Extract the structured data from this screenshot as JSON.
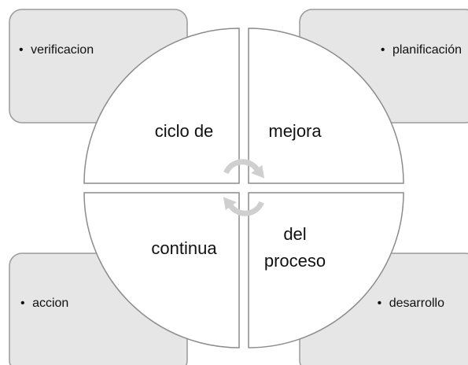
{
  "colors": {
    "box_fill": "#e6e6e6",
    "box_stroke": "#9a9a9a",
    "quadrant_fill": "#ffffff",
    "quadrant_stroke": "#8c8c8c",
    "arrow": "#cfcfcf",
    "text": "#111111"
  },
  "corner_boxes": {
    "top_left": {
      "bullet": "•",
      "label": "verificacion"
    },
    "top_right": {
      "bullet": "•",
      "label": "planificación"
    },
    "bottom_left": {
      "bullet": "•",
      "label": "accion"
    },
    "bottom_right": {
      "bullet": "•",
      "label": "desarrollo"
    }
  },
  "quadrants": {
    "top_left": {
      "lines": [
        "ciclo de"
      ]
    },
    "top_right": {
      "lines": [
        "mejora"
      ]
    },
    "bottom_left": {
      "lines": [
        "continua"
      ]
    },
    "bottom_right": {
      "lines": [
        "del",
        "proceso"
      ]
    }
  },
  "center_icon": "circular-arrows-icon"
}
